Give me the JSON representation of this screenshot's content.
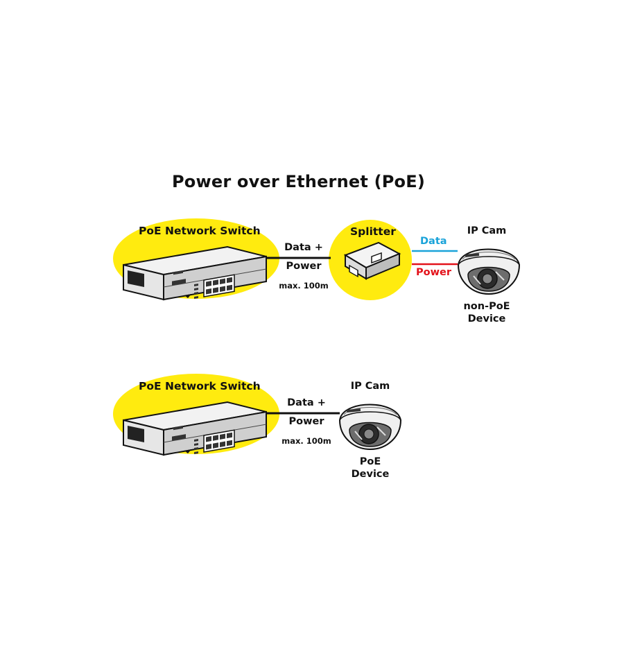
{
  "title": "Power over Ethernet (PoE)",
  "colors": {
    "highlight": "#ffeb0f",
    "data_line": "#1aa3d9",
    "power_line": "#e3121b",
    "cable": "#111111"
  },
  "diagram1": {
    "switch_label": "PoE Network Switch",
    "connection": {
      "line1": "Data +",
      "line2": "Power",
      "distance": "max. 100m"
    },
    "splitter_label": "Splitter",
    "data_label": "Data",
    "power_label": "Power",
    "camera_label": "IP Cam",
    "camera_type_line1": "non-PoE",
    "camera_type_line2": "Device"
  },
  "diagram2": {
    "switch_label": "PoE Network Switch",
    "connection": {
      "line1": "Data +",
      "line2": "Power",
      "distance": "max. 100m"
    },
    "camera_label": "IP Cam",
    "camera_type_line1": "PoE",
    "camera_type_line2": "Device"
  },
  "icons": [
    "network-switch-icon",
    "splitter-icon",
    "dome-camera-icon"
  ]
}
